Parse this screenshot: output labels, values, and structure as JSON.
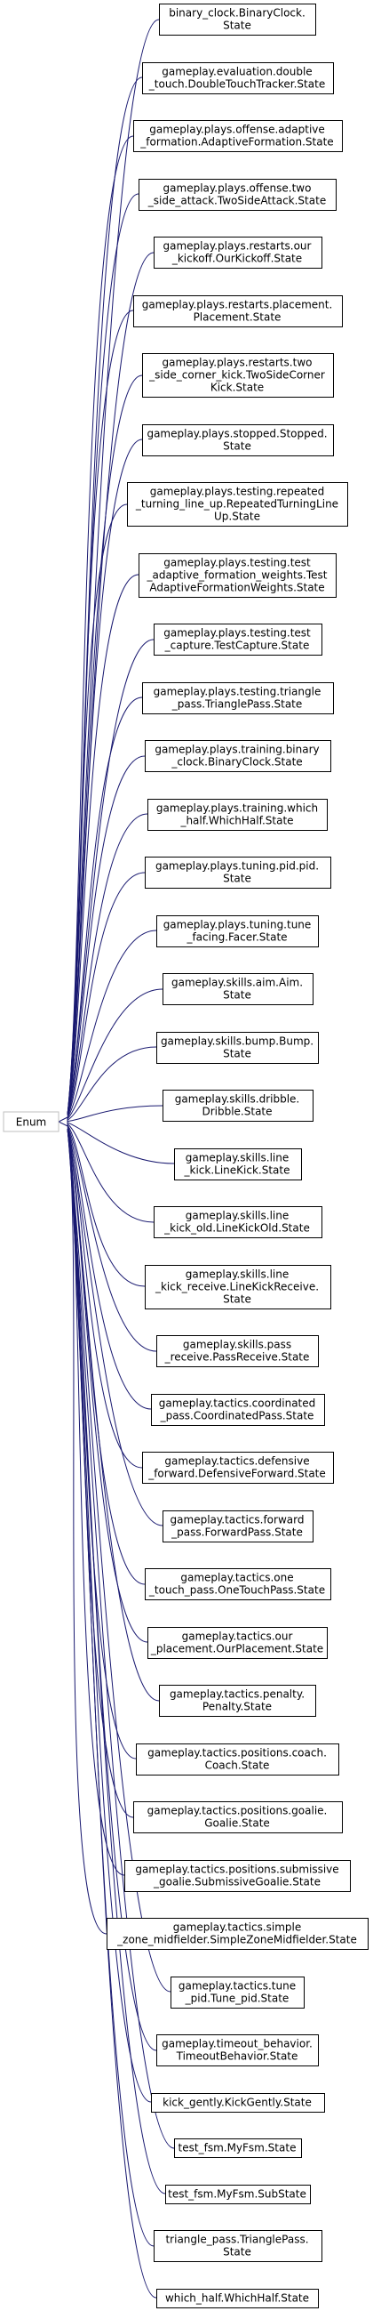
{
  "base_class": {
    "label": "Enum"
  },
  "colors": {
    "edge": "#191970",
    "node_border": "#000000",
    "base_border": "#bfbfbf",
    "background": "#ffffff"
  },
  "nodes": [
    {
      "lines": [
        "binary_clock.BinaryClock.",
        "State"
      ]
    },
    {
      "lines": [
        "gameplay.evaluation.double",
        "_touch.DoubleTouchTracker.State"
      ]
    },
    {
      "lines": [
        "gameplay.plays.offense.adaptive",
        "_formation.AdaptiveFormation.State"
      ]
    },
    {
      "lines": [
        "gameplay.plays.offense.two",
        "_side_attack.TwoSideAttack.State"
      ]
    },
    {
      "lines": [
        "gameplay.plays.restarts.our",
        "_kickoff.OurKickoff.State"
      ]
    },
    {
      "lines": [
        "gameplay.plays.restarts.placement.",
        "Placement.State"
      ]
    },
    {
      "lines": [
        "gameplay.plays.restarts.two",
        "_side_corner_kick.TwoSideCorner",
        "Kick.State"
      ]
    },
    {
      "lines": [
        "gameplay.plays.stopped.Stopped.",
        "State"
      ]
    },
    {
      "lines": [
        "gameplay.plays.testing.repeated",
        "_turning_line_up.RepeatedTurningLine",
        "Up.State"
      ]
    },
    {
      "lines": [
        "gameplay.plays.testing.test",
        "_adaptive_formation_weights.Test",
        "AdaptiveFormationWeights.State"
      ]
    },
    {
      "lines": [
        "gameplay.plays.testing.test",
        "_capture.TestCapture.State"
      ]
    },
    {
      "lines": [
        "gameplay.plays.testing.triangle",
        "_pass.TrianglePass.State"
      ]
    },
    {
      "lines": [
        "gameplay.plays.training.binary",
        "_clock.BinaryClock.State"
      ]
    },
    {
      "lines": [
        "gameplay.plays.training.which",
        "_half.WhichHalf.State"
      ]
    },
    {
      "lines": [
        "gameplay.plays.tuning.pid.pid.",
        "State"
      ]
    },
    {
      "lines": [
        "gameplay.plays.tuning.tune",
        "_facing.Facer.State"
      ]
    },
    {
      "lines": [
        "gameplay.skills.aim.Aim.",
        "State"
      ]
    },
    {
      "lines": [
        "gameplay.skills.bump.Bump.",
        "State"
      ]
    },
    {
      "lines": [
        "gameplay.skills.dribble.",
        "Dribble.State"
      ]
    },
    {
      "lines": [
        "gameplay.skills.line",
        "_kick.LineKick.State"
      ]
    },
    {
      "lines": [
        "gameplay.skills.line",
        "_kick_old.LineKickOld.State"
      ]
    },
    {
      "lines": [
        "gameplay.skills.line",
        "_kick_receive.LineKickReceive.",
        "State"
      ]
    },
    {
      "lines": [
        "gameplay.skills.pass",
        "_receive.PassReceive.State"
      ]
    },
    {
      "lines": [
        "gameplay.tactics.coordinated",
        "_pass.CoordinatedPass.State"
      ]
    },
    {
      "lines": [
        "gameplay.tactics.defensive",
        "_forward.DefensiveForward.State"
      ]
    },
    {
      "lines": [
        "gameplay.tactics.forward",
        "_pass.ForwardPass.State"
      ]
    },
    {
      "lines": [
        "gameplay.tactics.one",
        "_touch_pass.OneTouchPass.State"
      ]
    },
    {
      "lines": [
        "gameplay.tactics.our",
        "_placement.OurPlacement.State"
      ]
    },
    {
      "lines": [
        "gameplay.tactics.penalty.",
        "Penalty.State"
      ]
    },
    {
      "lines": [
        "gameplay.tactics.positions.coach.",
        "Coach.State"
      ]
    },
    {
      "lines": [
        "gameplay.tactics.positions.goalie.",
        "Goalie.State"
      ]
    },
    {
      "lines": [
        "gameplay.tactics.positions.submissive",
        "_goalie.SubmissiveGoalie.State"
      ]
    },
    {
      "lines": [
        "gameplay.tactics.simple",
        "_zone_midfielder.SimpleZoneMidfielder.State"
      ]
    },
    {
      "lines": [
        "gameplay.tactics.tune",
        "_pid.Tune_pid.State"
      ]
    },
    {
      "lines": [
        "gameplay.timeout_behavior.",
        "TimeoutBehavior.State"
      ]
    },
    {
      "lines": [
        "kick_gently.KickGently.State"
      ]
    },
    {
      "lines": [
        "test_fsm.MyFsm.State"
      ]
    },
    {
      "lines": [
        "test_fsm.MyFsm.SubState"
      ]
    },
    {
      "lines": [
        "triangle_pass.TrianglePass.",
        "State"
      ]
    },
    {
      "lines": [
        "which_half.WhichHalf.State"
      ]
    }
  ]
}
